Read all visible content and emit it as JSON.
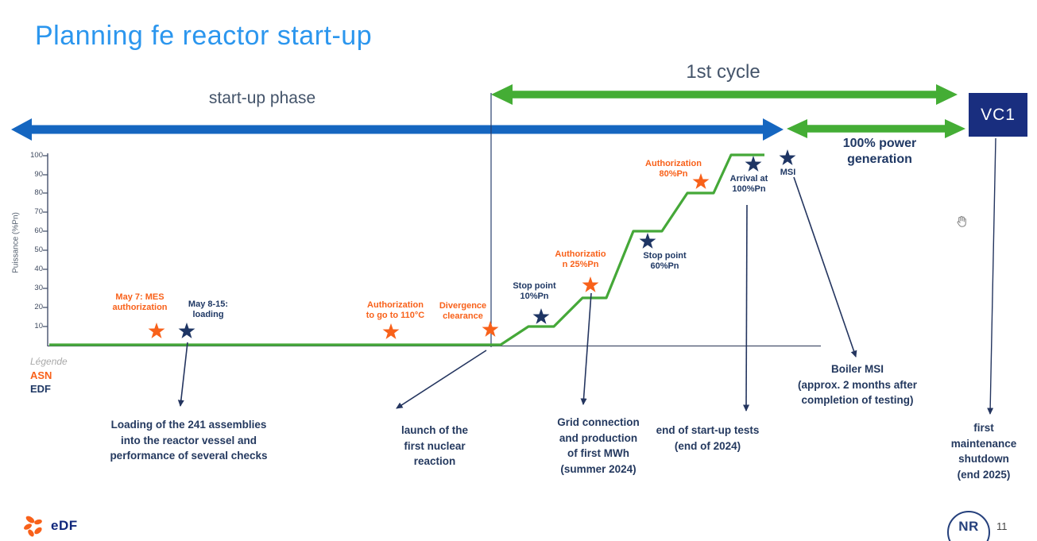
{
  "slide": {
    "title": "Planning fe reactor start-up",
    "phases": {
      "startup": "start-up phase",
      "first_cycle": "1st cycle",
      "power_gen": "100% power\ngeneration",
      "vc1": "VC1"
    },
    "legend": {
      "heading": "Légende",
      "asn": "ASN",
      "edf": "EDF"
    },
    "notes": [
      "Loading of the 241 assemblies\ninto the reactor vessel and\nperformance of several checks",
      "launch of the\nfirst nuclear\nreaction",
      "Grid connection\nand production\nof first MWh\n(summer 2024)",
      "end of start-up tests\n(end of 2024)",
      "Boiler MSI\n(approx. 2 months after\ncompletion of testing)",
      "first\nmaintenance\nshutdown\n(end 2025)"
    ],
    "footer": {
      "edf_wordmark": "eDF",
      "nr_monogram": "NR",
      "page_number": "11"
    }
  },
  "chart_data": {
    "type": "line",
    "subtype": "step-ramp-timeline",
    "title": "Planning fe reactor start-up",
    "ylabel": "Puissance (%Pn)",
    "ylim": [
      0,
      100
    ],
    "yticks": [
      "100",
      "90",
      "80",
      "70",
      "60",
      "50",
      "40",
      "30",
      "20",
      "10"
    ],
    "xlabel": "",
    "grid": false,
    "series": [
      {
        "name": "Reactor power ramp (%Pn)",
        "type": "step",
        "levels_pct": [
          0,
          10,
          25,
          60,
          80,
          100
        ],
        "color": "#45a838"
      }
    ],
    "milestones": [
      {
        "label": "May 7: MES\nauthorization",
        "actor": "ASN",
        "color": "#f8611a",
        "power_pct": 0
      },
      {
        "label": "May 8-15:\nloading",
        "actor": "EDF",
        "color": "#1f3864",
        "power_pct": 0
      },
      {
        "label": "Authorization\nto go to 110°C",
        "actor": "ASN",
        "color": "#f8611a",
        "power_pct": 0
      },
      {
        "label": "Divergence\nclearance",
        "actor": "ASN",
        "color": "#f8611a",
        "power_pct": 0
      },
      {
        "label": "Stop point\n10%Pn",
        "actor": "EDF",
        "color": "#1f3864",
        "power_pct": 10
      },
      {
        "label": "Authorizatio\nn 25%Pn",
        "actor": "ASN",
        "color": "#f8611a",
        "power_pct": 25
      },
      {
        "label": "Stop point\n60%Pn",
        "actor": "EDF",
        "color": "#1f3864",
        "power_pct": 60
      },
      {
        "label": "Authorization\n80%Pn",
        "actor": "ASN",
        "color": "#f8611a",
        "power_pct": 80
      },
      {
        "label": "Arrival at\n100%Pn",
        "actor": "EDF",
        "color": "#1f3864",
        "power_pct": 100
      },
      {
        "label": "MSI",
        "actor": "EDF",
        "color": "#1f3864",
        "power_pct": 100
      }
    ],
    "phase_spans": [
      {
        "name": "start-up phase",
        "arrow_color": "#1566c0"
      },
      {
        "name": "1st cycle",
        "arrow_color": "#44ad35"
      },
      {
        "name": "100% power generation",
        "arrow_color": "#44ad35",
        "endpoint": "VC1"
      }
    ],
    "legend_position": "bottom-left"
  },
  "colors": {
    "title_blue": "#2b96ee",
    "phase_text": "#44546a",
    "arrow_blue": "#1566c0",
    "arrow_green": "#44ad35",
    "line_green": "#45a838",
    "navy": "#1f3864",
    "orange": "#f8611a",
    "vc1_bg": "#192e7f",
    "legend_gray": "#a9a9a9"
  }
}
